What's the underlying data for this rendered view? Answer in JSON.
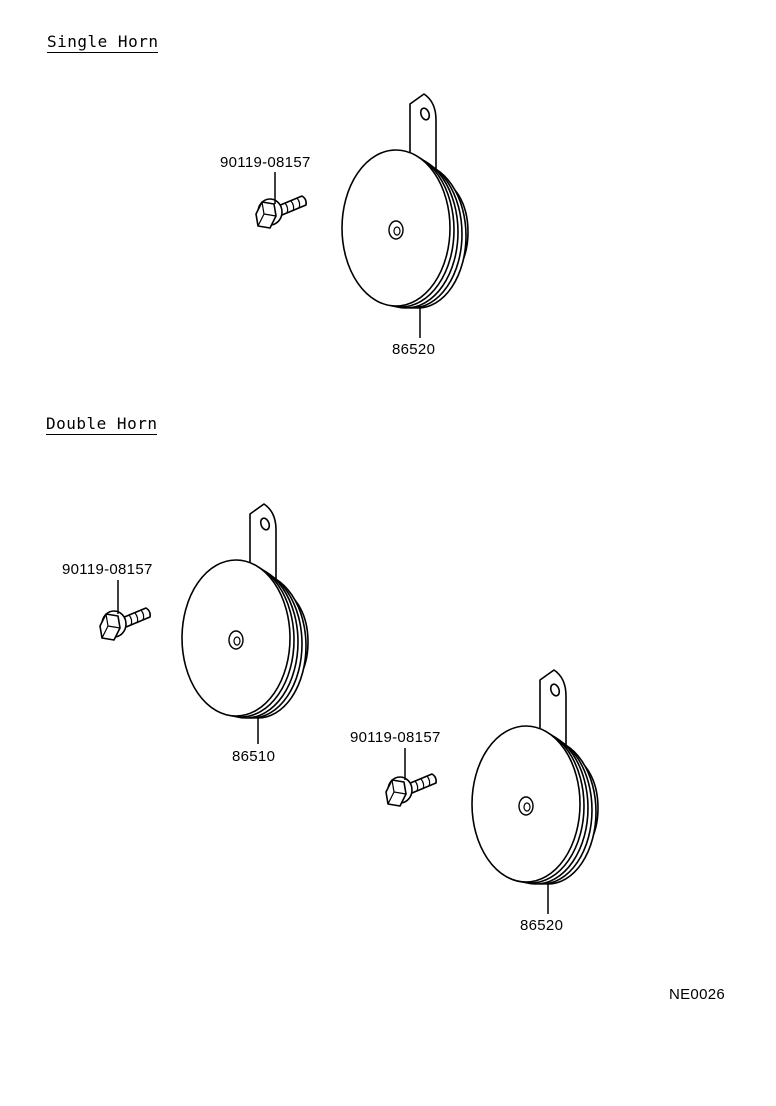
{
  "sections": {
    "single": {
      "heading": "Single Horn"
    },
    "double": {
      "heading": "Double Horn"
    }
  },
  "parts": {
    "single_bolt": "90119-08157",
    "single_horn": "86520",
    "double_bolt_left": "90119-08157",
    "double_horn_left": "86510",
    "double_bolt_right": "90119-08157",
    "double_horn_right": "86520"
  },
  "figure_code": "NE0026"
}
